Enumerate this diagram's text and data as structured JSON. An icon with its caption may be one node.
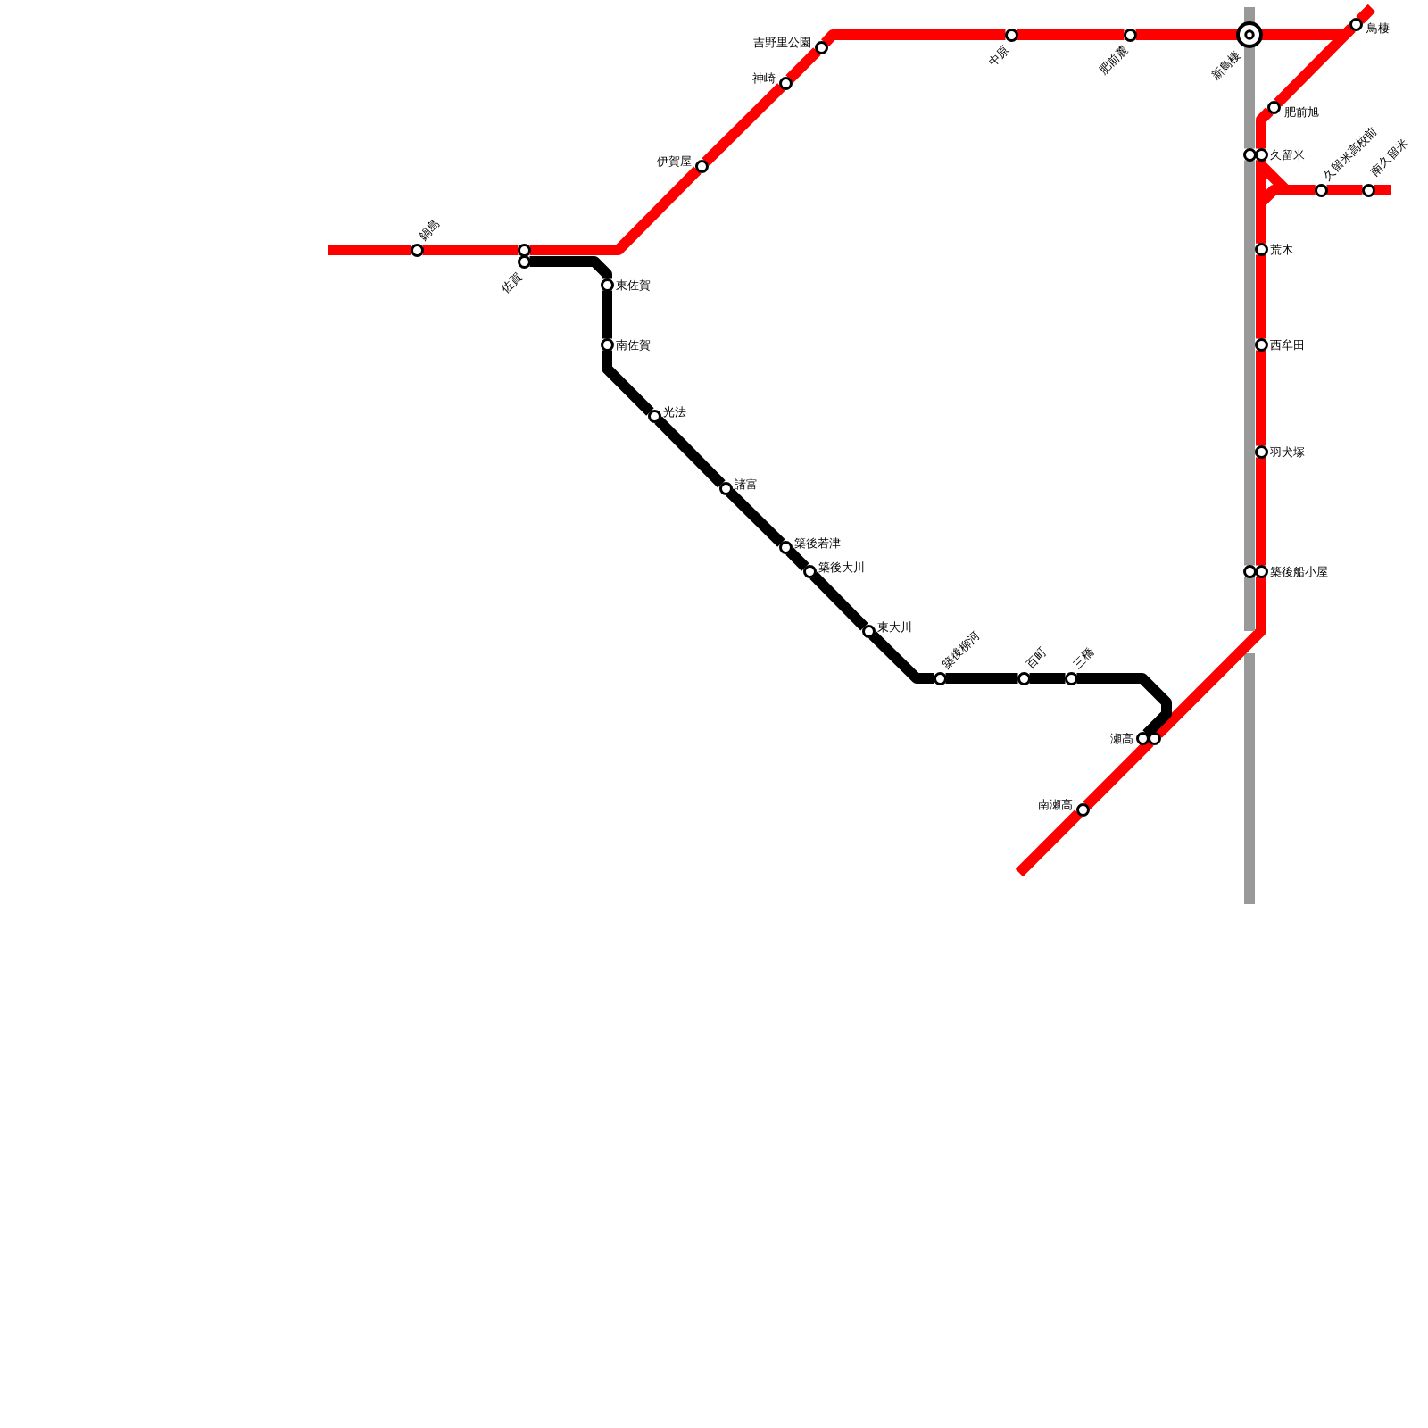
{
  "diagram": {
    "nodes": [
      {
        "text": [],
        "shape": "circle",
        "beside": [
          "鍋島"
        ]
      },
      {
        "text": [],
        "shape": "circle"
      },
      {
        "text": [],
        "shape": "circle",
        "beside": [
          "佐賀"
        ]
      },
      {
        "text": [],
        "shape": "circle",
        "beside": [
          "伊賀屋"
        ]
      },
      {
        "text": [],
        "shape": "circle",
        "beside": [
          "神崎"
        ]
      },
      {
        "text": [],
        "shape": "circle",
        "beside": [
          "吉野里公園"
        ]
      },
      {
        "text": [],
        "shape": "circle",
        "beside": [
          "中原"
        ]
      },
      {
        "text": [],
        "shape": "circle",
        "beside": [
          "肥前麓"
        ]
      },
      {
        "text": [],
        "shape": "circle",
        "beside": [
          "新鳥棲"
        ]
      },
      {
        "text": [],
        "shape": "circle",
        "beside": [
          "鳥棲"
        ]
      },
      {
        "text": [],
        "shape": "circle",
        "beside": [
          "肥前旭"
        ]
      },
      {
        "text": [],
        "shape": "circle"
      },
      {
        "text": [],
        "shape": "circle",
        "beside": [
          "久留米"
        ]
      },
      {
        "text": [],
        "shape": "circle",
        "beside": [
          "久留米高校前"
        ]
      },
      {
        "text": [],
        "shape": "circle",
        "beside": [
          "南久留米"
        ]
      },
      {
        "text": [],
        "shape": "circle",
        "beside": [
          "荒木"
        ]
      },
      {
        "text": [],
        "shape": "circle",
        "beside": [
          "西牟田"
        ]
      },
      {
        "text": [],
        "shape": "circle",
        "beside": [
          "羽犬塚"
        ]
      },
      {
        "text": [],
        "shape": "circle"
      },
      {
        "text": [],
        "shape": "circle",
        "beside": [
          "築後船小屋"
        ]
      },
      {
        "text": [],
        "shape": "circle",
        "beside": [
          "東佐賀"
        ]
      },
      {
        "text": [],
        "shape": "circle",
        "beside": [
          "南佐賀"
        ]
      },
      {
        "text": [],
        "shape": "circle",
        "beside": [
          "光法"
        ]
      },
      {
        "text": [],
        "shape": "circle",
        "beside": [
          "諸富"
        ]
      },
      {
        "text": [],
        "shape": "circle",
        "beside": [
          "築後若津"
        ]
      },
      {
        "text": [],
        "shape": "circle",
        "beside": [
          "築後大川"
        ]
      },
      {
        "text": [],
        "shape": "circle",
        "beside": [
          "東大川"
        ]
      },
      {
        "text": [],
        "shape": "circle",
        "beside": [
          "築後柳河"
        ]
      },
      {
        "text": [],
        "shape": "circle",
        "beside": [
          "百町"
        ]
      },
      {
        "text": [],
        "shape": "circle",
        "beside": [
          "三橋"
        ]
      },
      {
        "text": [],
        "shape": "circle",
        "beside": [
          "瀬高"
        ]
      },
      {
        "text": [],
        "shape": "circle"
      },
      {
        "text": [],
        "shape": "circle",
        "beside": [
          "南瀬高"
        ]
      }
    ],
    "edges": [
      {
        "from": null,
        "to": 0,
        "arrow": "none"
      },
      {
        "from": 0,
        "to": 1,
        "arrow": "none"
      },
      {
        "from": 1,
        "to": 3,
        "arrow": "none"
      },
      {
        "from": 3,
        "to": 4,
        "arrow": "none"
      },
      {
        "from": 4,
        "to": 5,
        "arrow": "none"
      },
      {
        "from": 5,
        "to": 6,
        "arrow": "none"
      },
      {
        "from": 6,
        "to": 7,
        "arrow": "none"
      },
      {
        "from": 7,
        "to": 8,
        "arrow": "none"
      },
      {
        "from": 8,
        "to": 9,
        "arrow": "none"
      },
      {
        "from": 9,
        "to": null,
        "arrow": "none"
      },
      {
        "from": 9,
        "to": 10,
        "arrow": "none"
      },
      {
        "from": 10,
        "to": 12,
        "arrow": "none"
      },
      {
        "from": 12,
        "to": 15,
        "arrow": "none"
      },
      {
        "from": 15,
        "to": 16,
        "arrow": "none"
      },
      {
        "from": 16,
        "to": 17,
        "arrow": "none"
      },
      {
        "from": 17,
        "to": 19,
        "arrow": "none"
      },
      {
        "from": 19,
        "to": 31,
        "arrow": "none"
      },
      {
        "from": 31,
        "to": 32,
        "arrow": "none"
      },
      {
        "from": 32,
        "to": null,
        "arrow": "none"
      },
      {
        "from": 12,
        "to": 13,
        "arrow": "none"
      },
      {
        "from": 15,
        "to": 13,
        "arrow": "none"
      },
      {
        "from": 13,
        "to": 14,
        "arrow": "none"
      },
      {
        "from": 14,
        "to": null,
        "arrow": "none"
      },
      {
        "from": null,
        "to": 8,
        "arrow": "none",
        "color": "#999999"
      },
      {
        "from": 8,
        "to": 11,
        "arrow": "none",
        "color": "#999999"
      },
      {
        "from": 11,
        "to": 18,
        "arrow": "none",
        "color": "#999999"
      },
      {
        "from": 18,
        "to": null,
        "arrow": "none",
        "color": "#999999"
      },
      {
        "from": 2,
        "to": 20,
        "arrow": "none",
        "color": "#000000"
      },
      {
        "from": 20,
        "to": 21,
        "arrow": "none",
        "color": "#000000"
      },
      {
        "from": 21,
        "to": 22,
        "arrow": "none",
        "color": "#000000"
      },
      {
        "from": 22,
        "to": 23,
        "arrow": "none",
        "color": "#000000"
      },
      {
        "from": 23,
        "to": 24,
        "arrow": "none",
        "color": "#000000"
      },
      {
        "from": 24,
        "to": 25,
        "arrow": "none",
        "color": "#000000"
      },
      {
        "from": 25,
        "to": 26,
        "arrow": "none",
        "color": "#000000"
      },
      {
        "from": 26,
        "to": 27,
        "arrow": "none",
        "color": "#000000"
      },
      {
        "from": 27,
        "to": 28,
        "arrow": "none",
        "color": "#000000"
      },
      {
        "from": 28,
        "to": 29,
        "arrow": "none",
        "color": "#000000"
      },
      {
        "from": 29,
        "to": 30,
        "arrow": "none",
        "color": "#000000"
      }
    ]
  }
}
